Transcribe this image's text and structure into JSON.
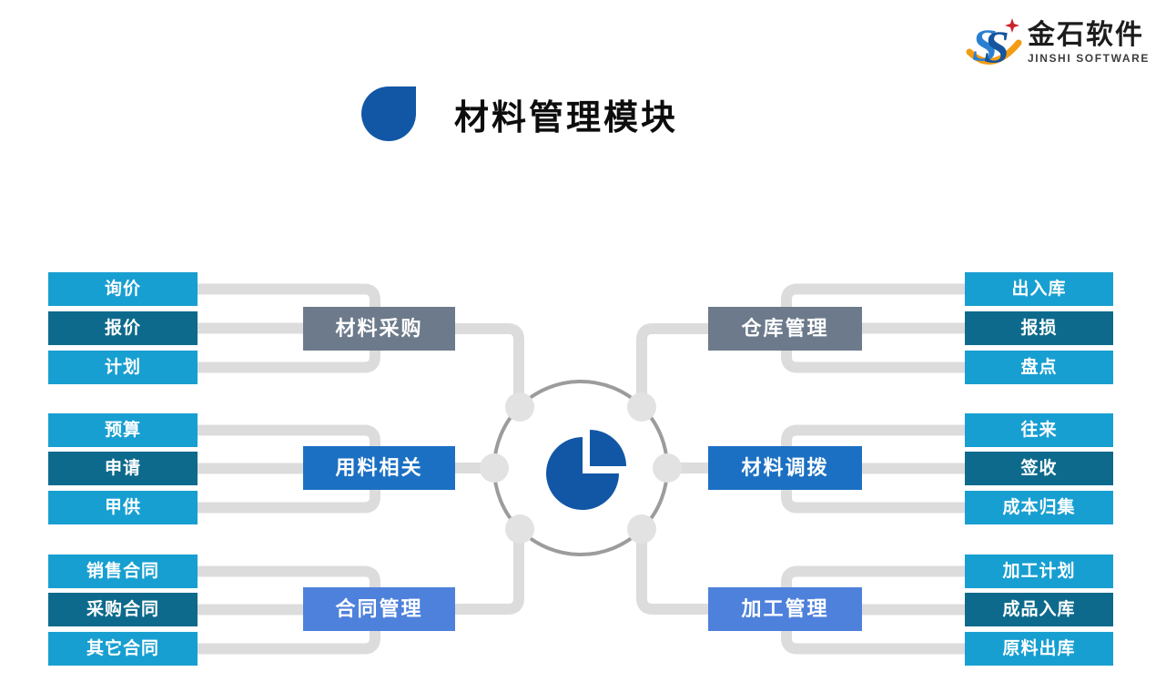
{
  "page": {
    "title": "材料管理模块"
  },
  "logo": {
    "name": "金石软件",
    "subtitle": "JINSHI SOFTWARE",
    "icon": "jinshi-double-s-logo"
  },
  "hub": {
    "icon": "pie-chart-icon"
  },
  "groups": [
    {
      "id": "material-purchase",
      "label": "材料采购",
      "side": "left",
      "style": "gray",
      "items": [
        "询价",
        "报价",
        "计划"
      ]
    },
    {
      "id": "material-usage",
      "label": "用料相关",
      "side": "left",
      "style": "blue",
      "items": [
        "预算",
        "申请",
        "甲供"
      ]
    },
    {
      "id": "contract-management",
      "label": "合同管理",
      "side": "left",
      "style": "cornflower",
      "items": [
        "销售合同",
        "采购合同",
        "其它合同"
      ]
    },
    {
      "id": "warehouse-management",
      "label": "仓库管理",
      "side": "right",
      "style": "gray",
      "items": [
        "出入库",
        "报损",
        "盘点"
      ]
    },
    {
      "id": "material-transfer",
      "label": "材料调拨",
      "side": "right",
      "style": "blue",
      "items": [
        "往来",
        "签收",
        "成本归集"
      ]
    },
    {
      "id": "processing-management",
      "label": "加工管理",
      "side": "right",
      "style": "cornflower",
      "items": [
        "加工计划",
        "成品入库",
        "原料出库"
      ]
    }
  ],
  "colors": {
    "item_light_blue": "#189fd1",
    "item_dark_teal": "#0d6a8c",
    "label_gray": "#6c7a8b",
    "label_blue": "#1c70c3",
    "label_cornflower": "#4e81db",
    "accent_deep_blue": "#1257a6",
    "connector_gray": "#dcdcdc",
    "node_gray": "#e2e2e2",
    "hub_ring_gray": "#9c9c9c",
    "logo_orange": "#f49c12",
    "logo_red": "#cc2229"
  }
}
